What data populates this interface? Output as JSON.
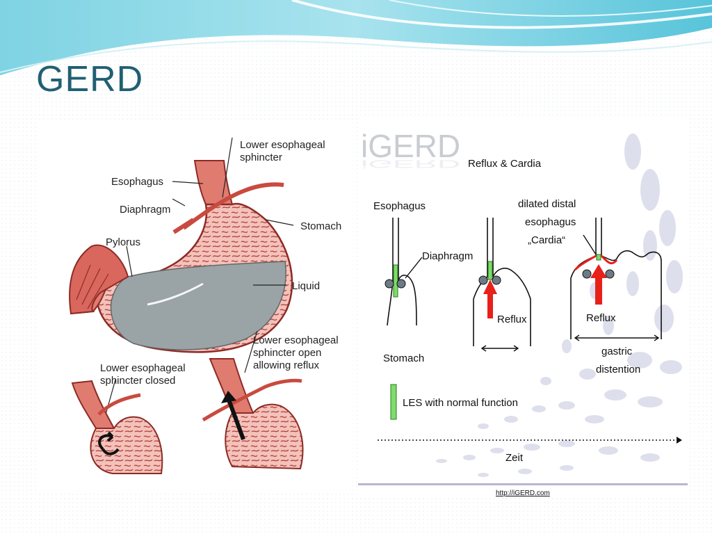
{
  "slide": {
    "title": "GERD"
  },
  "left_figure": {
    "labels": {
      "les_top_line1": "Lower esophageal",
      "les_top_line2": "sphincter",
      "esophagus": "Esophagus",
      "diaphragm": "Diaphragm",
      "stomach": "Stomach",
      "pylorus": "Pylorus",
      "liquid": "Liquid",
      "closed_line1": "Lower esophageal",
      "closed_line2": "sphincter closed",
      "open_line1": "Lower esophageal",
      "open_line2": "sphincter open",
      "open_line3": "allowing reflux"
    }
  },
  "right_figure": {
    "logo": "iGERD",
    "heading": "Reflux & Cardia",
    "labels": {
      "esophagus": "Esophagus",
      "diaphragm": "Diaphragm",
      "stomach": "Stomach",
      "dilated_line1": "dilated distal",
      "dilated_line2": "esophagus",
      "dilated_line3": "„Cardia“",
      "reflux_mid": "Reflux",
      "reflux_right": "Reflux",
      "gastric_line1": "gastric",
      "gastric_line2": "distention",
      "legend": "LES with normal function",
      "time_axis": "Zeit",
      "source_url": "http://iGERD.com"
    },
    "colors": {
      "les_green": "#7ddc6a",
      "reflux_red": "#e8201a",
      "ball_gray": "#6e7b86"
    }
  }
}
